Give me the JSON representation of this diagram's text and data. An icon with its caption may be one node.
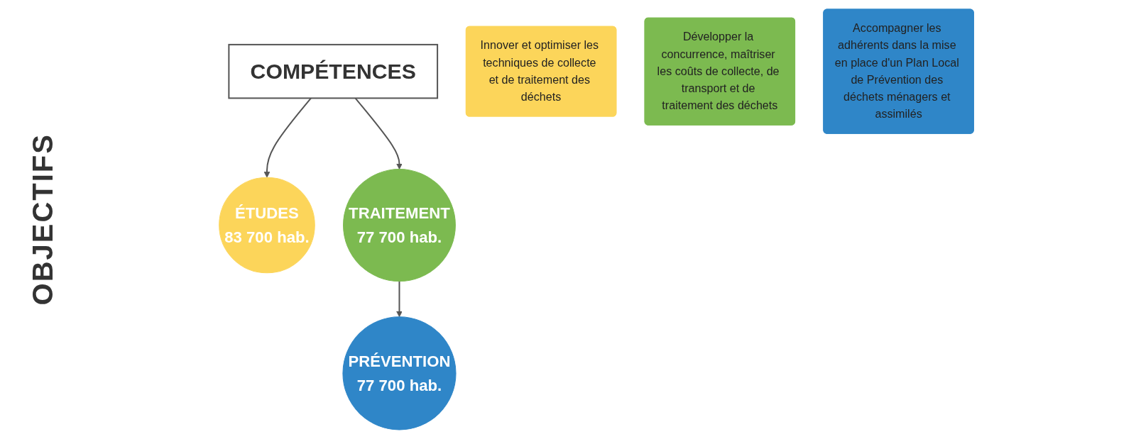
{
  "diagram": {
    "nodes": [
      {
        "text": [
          "COMPÉTENCES"
        ]
      },
      {
        "text": [
          "ÉTUDES",
          "83 700 hab."
        ]
      },
      {
        "text": [
          "TRAITEMENT",
          "77 700 hab."
        ]
      },
      {
        "text": [
          "PRÉVENTION",
          "77 700 hab."
        ]
      },
      {
        "text": [
          "Innover et optimiser les techniques de collecte et de traitement des déchets"
        ]
      },
      {
        "text": [
          "Développer la concurrence, maîtriser les coûts de collecte, de transport et de traitement des déchets"
        ]
      },
      {
        "text": [
          "Accompagner les adhérents dans la mise en place d'un Plan Local de Prévention des déchets ménagers et assimilés"
        ]
      }
    ],
    "edges": [
      {
        "from": 0,
        "to": 1,
        "arrow": "to"
      },
      {
        "from": 0,
        "to": 2,
        "arrow": "to"
      },
      {
        "from": 2,
        "to": 3,
        "arrow": "to"
      }
    ],
    "labels": [
      "OBJECTIFS"
    ]
  }
}
